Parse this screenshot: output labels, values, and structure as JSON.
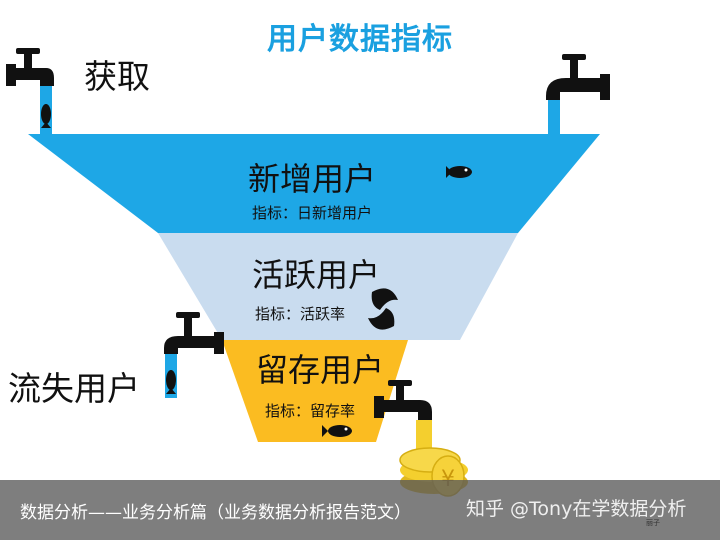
{
  "title": "用户数据指标",
  "labels": {
    "acquire": "获取",
    "lost_users": "流失用户"
  },
  "stages": [
    {
      "name": "新增用户",
      "metric": "指标：日新增用户"
    },
    {
      "name": "活跃用户",
      "metric": "指标：活跃率"
    },
    {
      "name": "留存用户",
      "metric": "指标：留存率"
    }
  ],
  "coin_symbol": "¥",
  "caption": "数据分析——业务分析篇（业务数据分析报告范文）",
  "watermark": "知乎 @Tony在学数据分析",
  "small_mark": "丽子",
  "colors": {
    "title": "#1aa0e0",
    "stage1": "#1ea7e6",
    "stage2": "#c9dcef",
    "stage3": "#fbbc21",
    "water": "#1ea7e6",
    "coin": "#f4cf2e"
  }
}
